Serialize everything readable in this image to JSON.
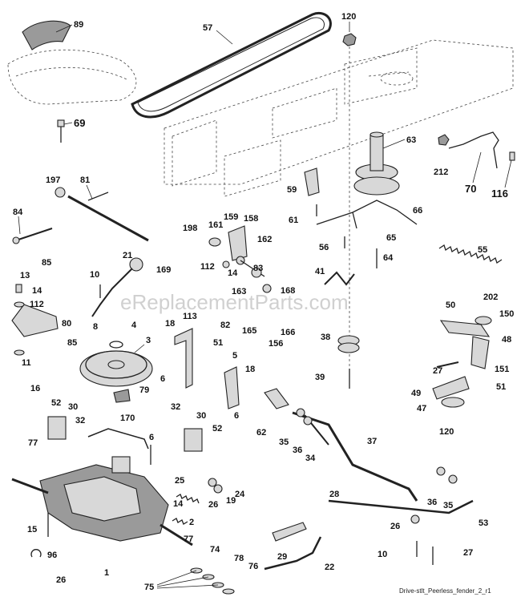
{
  "labels": {
    "l1": "1",
    "l2": "2",
    "l3": "3",
    "l4": "4",
    "l5": "5",
    "l6a": "6",
    "l6b": "6",
    "l6c": "6",
    "l8": "8",
    "l10a": "10",
    "l10b": "10",
    "l11": "11",
    "l13": "13",
    "l14a": "14",
    "l14b": "14",
    "l15": "15",
    "l16": "16",
    "l18a": "18",
    "l18b": "18",
    "l19": "19",
    "l21": "21",
    "l22": "22",
    "l24": "24",
    "l25": "25",
    "l26a": "26",
    "l26b": "26",
    "l26c": "26",
    "l27a": "27",
    "l27b": "27",
    "l28": "28",
    "l29": "29",
    "l30a": "30",
    "l30b": "30",
    "l32a": "32",
    "l32b": "32",
    "l34": "34",
    "l35a": "35",
    "l35b": "35",
    "l36a": "36",
    "l36b": "36",
    "l37": "37",
    "l38": "38",
    "l39": "39",
    "l41": "41",
    "l47": "47",
    "l48": "48",
    "l49": "49",
    "l50": "50",
    "l51a": "51",
    "l51b": "51",
    "l52a": "52",
    "l52b": "52",
    "l53": "53",
    "l55": "55",
    "l56": "56",
    "l57": "57",
    "l59": "59",
    "l61": "61",
    "l62": "62",
    "l63": "63",
    "l64": "64",
    "l65": "65",
    "l66": "66",
    "l69": "69",
    "l70": "70",
    "l74": "74",
    "l75": "75",
    "l76": "76",
    "l77a": "77",
    "l77b": "77",
    "l78": "78",
    "l79": "79",
    "l80": "80",
    "l81": "81",
    "l82": "82",
    "l83": "83",
    "l84": "84",
    "l85a": "85",
    "l85b": "85",
    "l89": "89",
    "l96": "96",
    "l112a": "112",
    "l112b": "112",
    "l113": "113",
    "l116": "116",
    "l120a": "120",
    "l120b": "120",
    "l150": "150",
    "l151": "151",
    "l156": "156",
    "l158": "158",
    "l159": "159",
    "l161": "161",
    "l162": "162",
    "l163": "163",
    "l165": "165",
    "l166": "166",
    "l168": "168",
    "l169": "169",
    "l170": "170",
    "l197": "197",
    "l198": "198",
    "l202": "202",
    "l212": "212"
  },
  "watermark": "eReplacementParts.com",
  "caption": "Drive-stlt_Peerless_fender_2_r1"
}
